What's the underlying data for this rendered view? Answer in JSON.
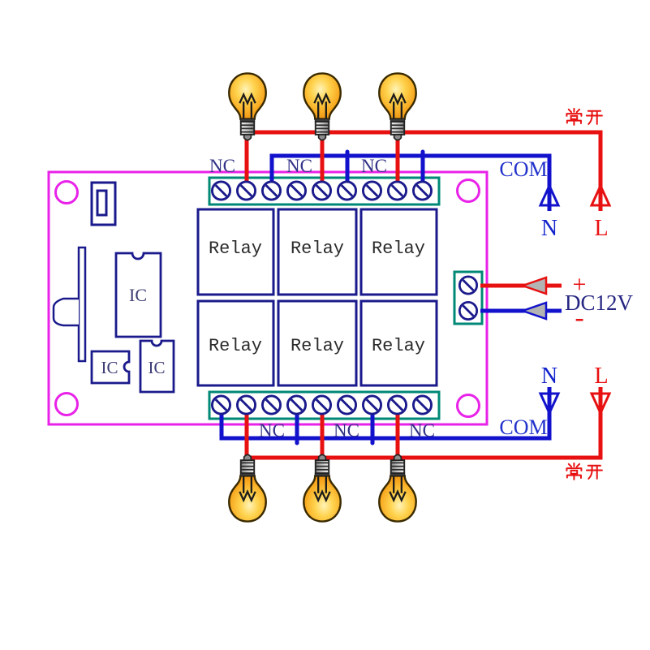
{
  "diagram_type": "6-channel relay module wiring diagram",
  "board": {
    "relays": [
      {
        "label": "Relay"
      },
      {
        "label": "Relay"
      },
      {
        "label": "Relay"
      },
      {
        "label": "Relay"
      },
      {
        "label": "Relay"
      },
      {
        "label": "Relay"
      }
    ],
    "ics": [
      {
        "label": "IC"
      },
      {
        "label": "IC"
      },
      {
        "label": "IC"
      }
    ]
  },
  "top_circuit": {
    "nc_labels": [
      {
        "label": "NC"
      },
      {
        "label": "NC"
      },
      {
        "label": "NC"
      }
    ],
    "com_label": "COM",
    "neutral_label": "N",
    "live_label": "L",
    "normally_open_label": "常开"
  },
  "bottom_circuit": {
    "nc_labels": [
      {
        "label": "NC"
      },
      {
        "label": "NC"
      },
      {
        "label": "NC"
      }
    ],
    "com_label": "COM",
    "neutral_label": "N",
    "live_label": "L",
    "normally_open_label": "常开"
  },
  "power_input": {
    "positive_label": "+",
    "negative_label": "-",
    "voltage_label": "DC12V"
  },
  "colors": {
    "live_wire_red": "#e81111",
    "neutral_wire_blue": "#1212cc",
    "board_outline_magenta": "#e822e8",
    "terminal_strip_teal": "#008877",
    "component_navy": "#1a1a8c",
    "bulb_orange": "#f5a623",
    "label_navy": "#333388"
  }
}
